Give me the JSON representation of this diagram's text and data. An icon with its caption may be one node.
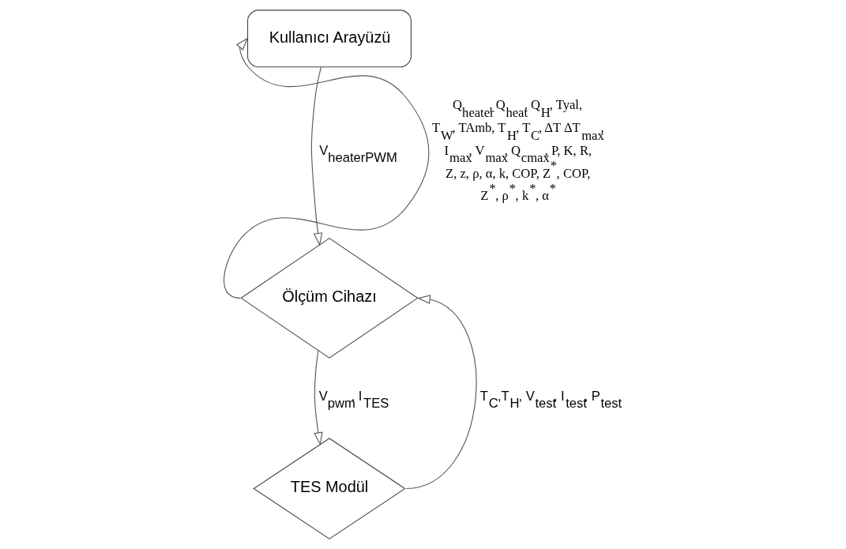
{
  "diagram": {
    "nodes": [
      {
        "text": [
          "Kullanıcı Arayüzü"
        ]
      },
      {
        "text": [
          "Ölçüm Cihazı"
        ]
      },
      {
        "text": [
          "TES Modül"
        ]
      }
    ],
    "edges": [
      {
        "from": 0,
        "to": 1,
        "arrow": "to",
        "label": "V$_{heaterPWM}$"
      },
      {
        "from": 1,
        "to": 2,
        "arrow": "to",
        "label": "V$_{pwm}$, I$_{TES}$"
      },
      {
        "from": 2,
        "to": 1,
        "arrow": "to",
        "label": "T$_{C}$,T$_{H}$, V$_{test}$, I$_{test}$, P$_{test}$"
      },
      {
        "from": 1,
        "to": 0,
        "arrow": "to",
        "label": "Q$_{heater}$, Q$_{heat}$, Q$_{H}$, Tyal, T$_{W}$, TAmb, T$_{H}$, T$_{C}$, ΔT ΔT$_{max}$, I$_{max}$, V$_{max}$, Q$_{cmax}$, P, K, R, Z, z, ρ, α, k, COP, Z$^{*}$, COP, Z$^{*}$, ρ$^{*}$, k$^{*}$, α$^{*}$"
      }
    ]
  }
}
